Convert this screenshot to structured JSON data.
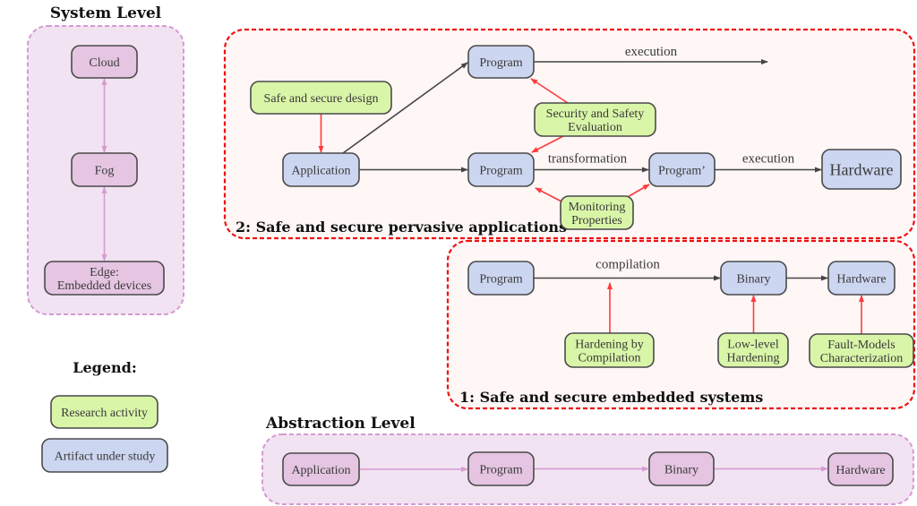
{
  "colors": {
    "research_fill": "#d9f5a8",
    "artifact_fill": "#ccd6f0",
    "level_fill": "#e5c5e2",
    "level_region_fill": "#f1e3f1",
    "level_region_stroke": "#d59ad3",
    "level_edge": "#d79ad4",
    "safety_region_fill": "#fff6f6",
    "safety_region_stroke": "#ee1111",
    "main_edge": "#444444",
    "research_edge": "#ff3b3b",
    "node_stroke": "#4a4a4a"
  },
  "titles": {
    "system_level": "System Level",
    "legend": "Legend:",
    "abstraction_level": "Abstraction Level",
    "region2": "2: Safe and secure pervasive applications",
    "region1": "1: Safe and secure embedded systems"
  },
  "legend": {
    "items": [
      {
        "label": "Research activity",
        "kind": "research"
      },
      {
        "label": "Artifact under study",
        "kind": "artifact"
      }
    ]
  },
  "system_level": {
    "nodes": [
      {
        "id": "cloud",
        "lines": [
          "Cloud"
        ]
      },
      {
        "id": "fog",
        "lines": [
          "Fog"
        ]
      },
      {
        "id": "edge",
        "lines": [
          "Edge:",
          "Embedded devices"
        ]
      }
    ],
    "edges": [
      {
        "from": "cloud",
        "to": "fog",
        "bidirectional": true
      },
      {
        "from": "fog",
        "to": "edge",
        "bidirectional": true
      }
    ]
  },
  "region2": {
    "nodes": [
      {
        "id": "design",
        "kind": "research",
        "lines": [
          "Safe and secure design"
        ]
      },
      {
        "id": "application",
        "kind": "artifact",
        "lines": [
          "Application"
        ]
      },
      {
        "id": "program_top",
        "kind": "artifact",
        "lines": [
          "Program"
        ]
      },
      {
        "id": "sse",
        "kind": "research",
        "lines": [
          "Security and Safety",
          "Evaluation"
        ]
      },
      {
        "id": "program_mid",
        "kind": "artifact",
        "lines": [
          "Program"
        ]
      },
      {
        "id": "program_prime",
        "kind": "artifact",
        "lines": [
          "Program’"
        ]
      },
      {
        "id": "hardware",
        "kind": "artifact",
        "lines": [
          "Hardware"
        ]
      },
      {
        "id": "monitoring",
        "kind": "research",
        "lines": [
          "Monitoring",
          "Properties"
        ]
      }
    ],
    "edges": [
      {
        "from": "design",
        "to": "application",
        "kind": "research"
      },
      {
        "from": "application",
        "to": "program_top",
        "kind": "main"
      },
      {
        "from": "application",
        "to": "program_mid",
        "kind": "main"
      },
      {
        "from": "program_top",
        "to": "open_end",
        "kind": "main",
        "label": "execution"
      },
      {
        "from": "sse",
        "to": "program_top",
        "kind": "research"
      },
      {
        "from": "sse",
        "to": "program_mid",
        "kind": "research"
      },
      {
        "from": "program_mid",
        "to": "program_prime",
        "kind": "main",
        "label": "transformation"
      },
      {
        "from": "program_prime",
        "to": "hardware",
        "kind": "main",
        "label": "execution"
      },
      {
        "from": "monitoring",
        "to": "program_mid",
        "kind": "research"
      },
      {
        "from": "monitoring",
        "to": "program_prime",
        "kind": "research"
      }
    ]
  },
  "region1": {
    "nodes": [
      {
        "id": "program",
        "kind": "artifact",
        "lines": [
          "Program"
        ]
      },
      {
        "id": "binary",
        "kind": "artifact",
        "lines": [
          "Binary"
        ]
      },
      {
        "id": "hardware",
        "kind": "artifact",
        "lines": [
          "Hardware"
        ]
      },
      {
        "id": "hbc",
        "kind": "research",
        "lines": [
          "Hardening by",
          "Compilation"
        ]
      },
      {
        "id": "llh",
        "kind": "research",
        "lines": [
          "Low-level",
          "Hardening"
        ]
      },
      {
        "id": "fmc",
        "kind": "research",
        "lines": [
          "Fault-Models",
          "Characterization"
        ]
      }
    ],
    "edges": [
      {
        "from": "program",
        "to": "binary",
        "kind": "main",
        "label": "compilation"
      },
      {
        "from": "binary",
        "to": "hardware",
        "kind": "main"
      },
      {
        "from": "hbc",
        "to": "compilation_edge",
        "kind": "research"
      },
      {
        "from": "llh",
        "to": "binary",
        "kind": "research"
      },
      {
        "from": "fmc",
        "to": "hardware",
        "kind": "research"
      }
    ]
  },
  "abstraction_level": {
    "nodes": [
      {
        "id": "application",
        "lines": [
          "Application"
        ]
      },
      {
        "id": "program",
        "lines": [
          "Program"
        ]
      },
      {
        "id": "binary",
        "lines": [
          "Binary"
        ]
      },
      {
        "id": "hardware",
        "lines": [
          "Hardware"
        ]
      }
    ],
    "edges": [
      {
        "from": "application",
        "to": "program"
      },
      {
        "from": "program",
        "to": "binary"
      },
      {
        "from": "binary",
        "to": "hardware"
      }
    ]
  }
}
